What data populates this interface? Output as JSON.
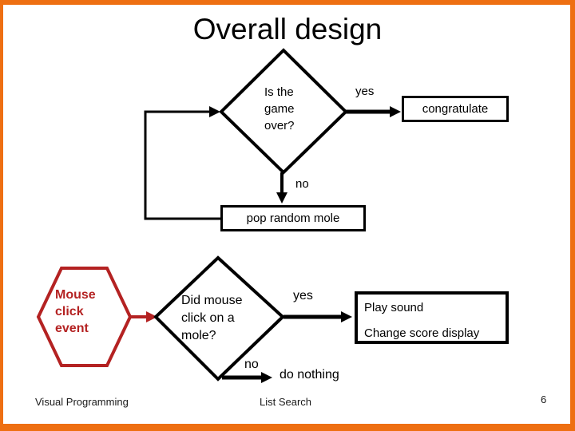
{
  "slide": {
    "title": "Overall design",
    "colors": {
      "border_orange": "#EE6F12",
      "shape_red": "#B42222",
      "line_black": "#000000"
    },
    "flowchart": {
      "game_over_decision": "Is the\ngame\nover?",
      "yes_label_top": "yes",
      "congratulate_box": "congratulate",
      "no_label_top": "no",
      "pop_random_mole_box": "pop random mole",
      "mouse_click_event": "Mouse\nclick\nevent",
      "mole_click_decision": "Did mouse\nclick on a\nmole?",
      "yes_label_bottom": "yes",
      "actions_box": {
        "line1": "Play sound",
        "line2": "Change score display"
      },
      "no_label_bottom": "no",
      "do_nothing_label": "do nothing"
    },
    "footer": {
      "course": "Visual Programming",
      "topic": "List Search",
      "page_number": "6"
    }
  }
}
